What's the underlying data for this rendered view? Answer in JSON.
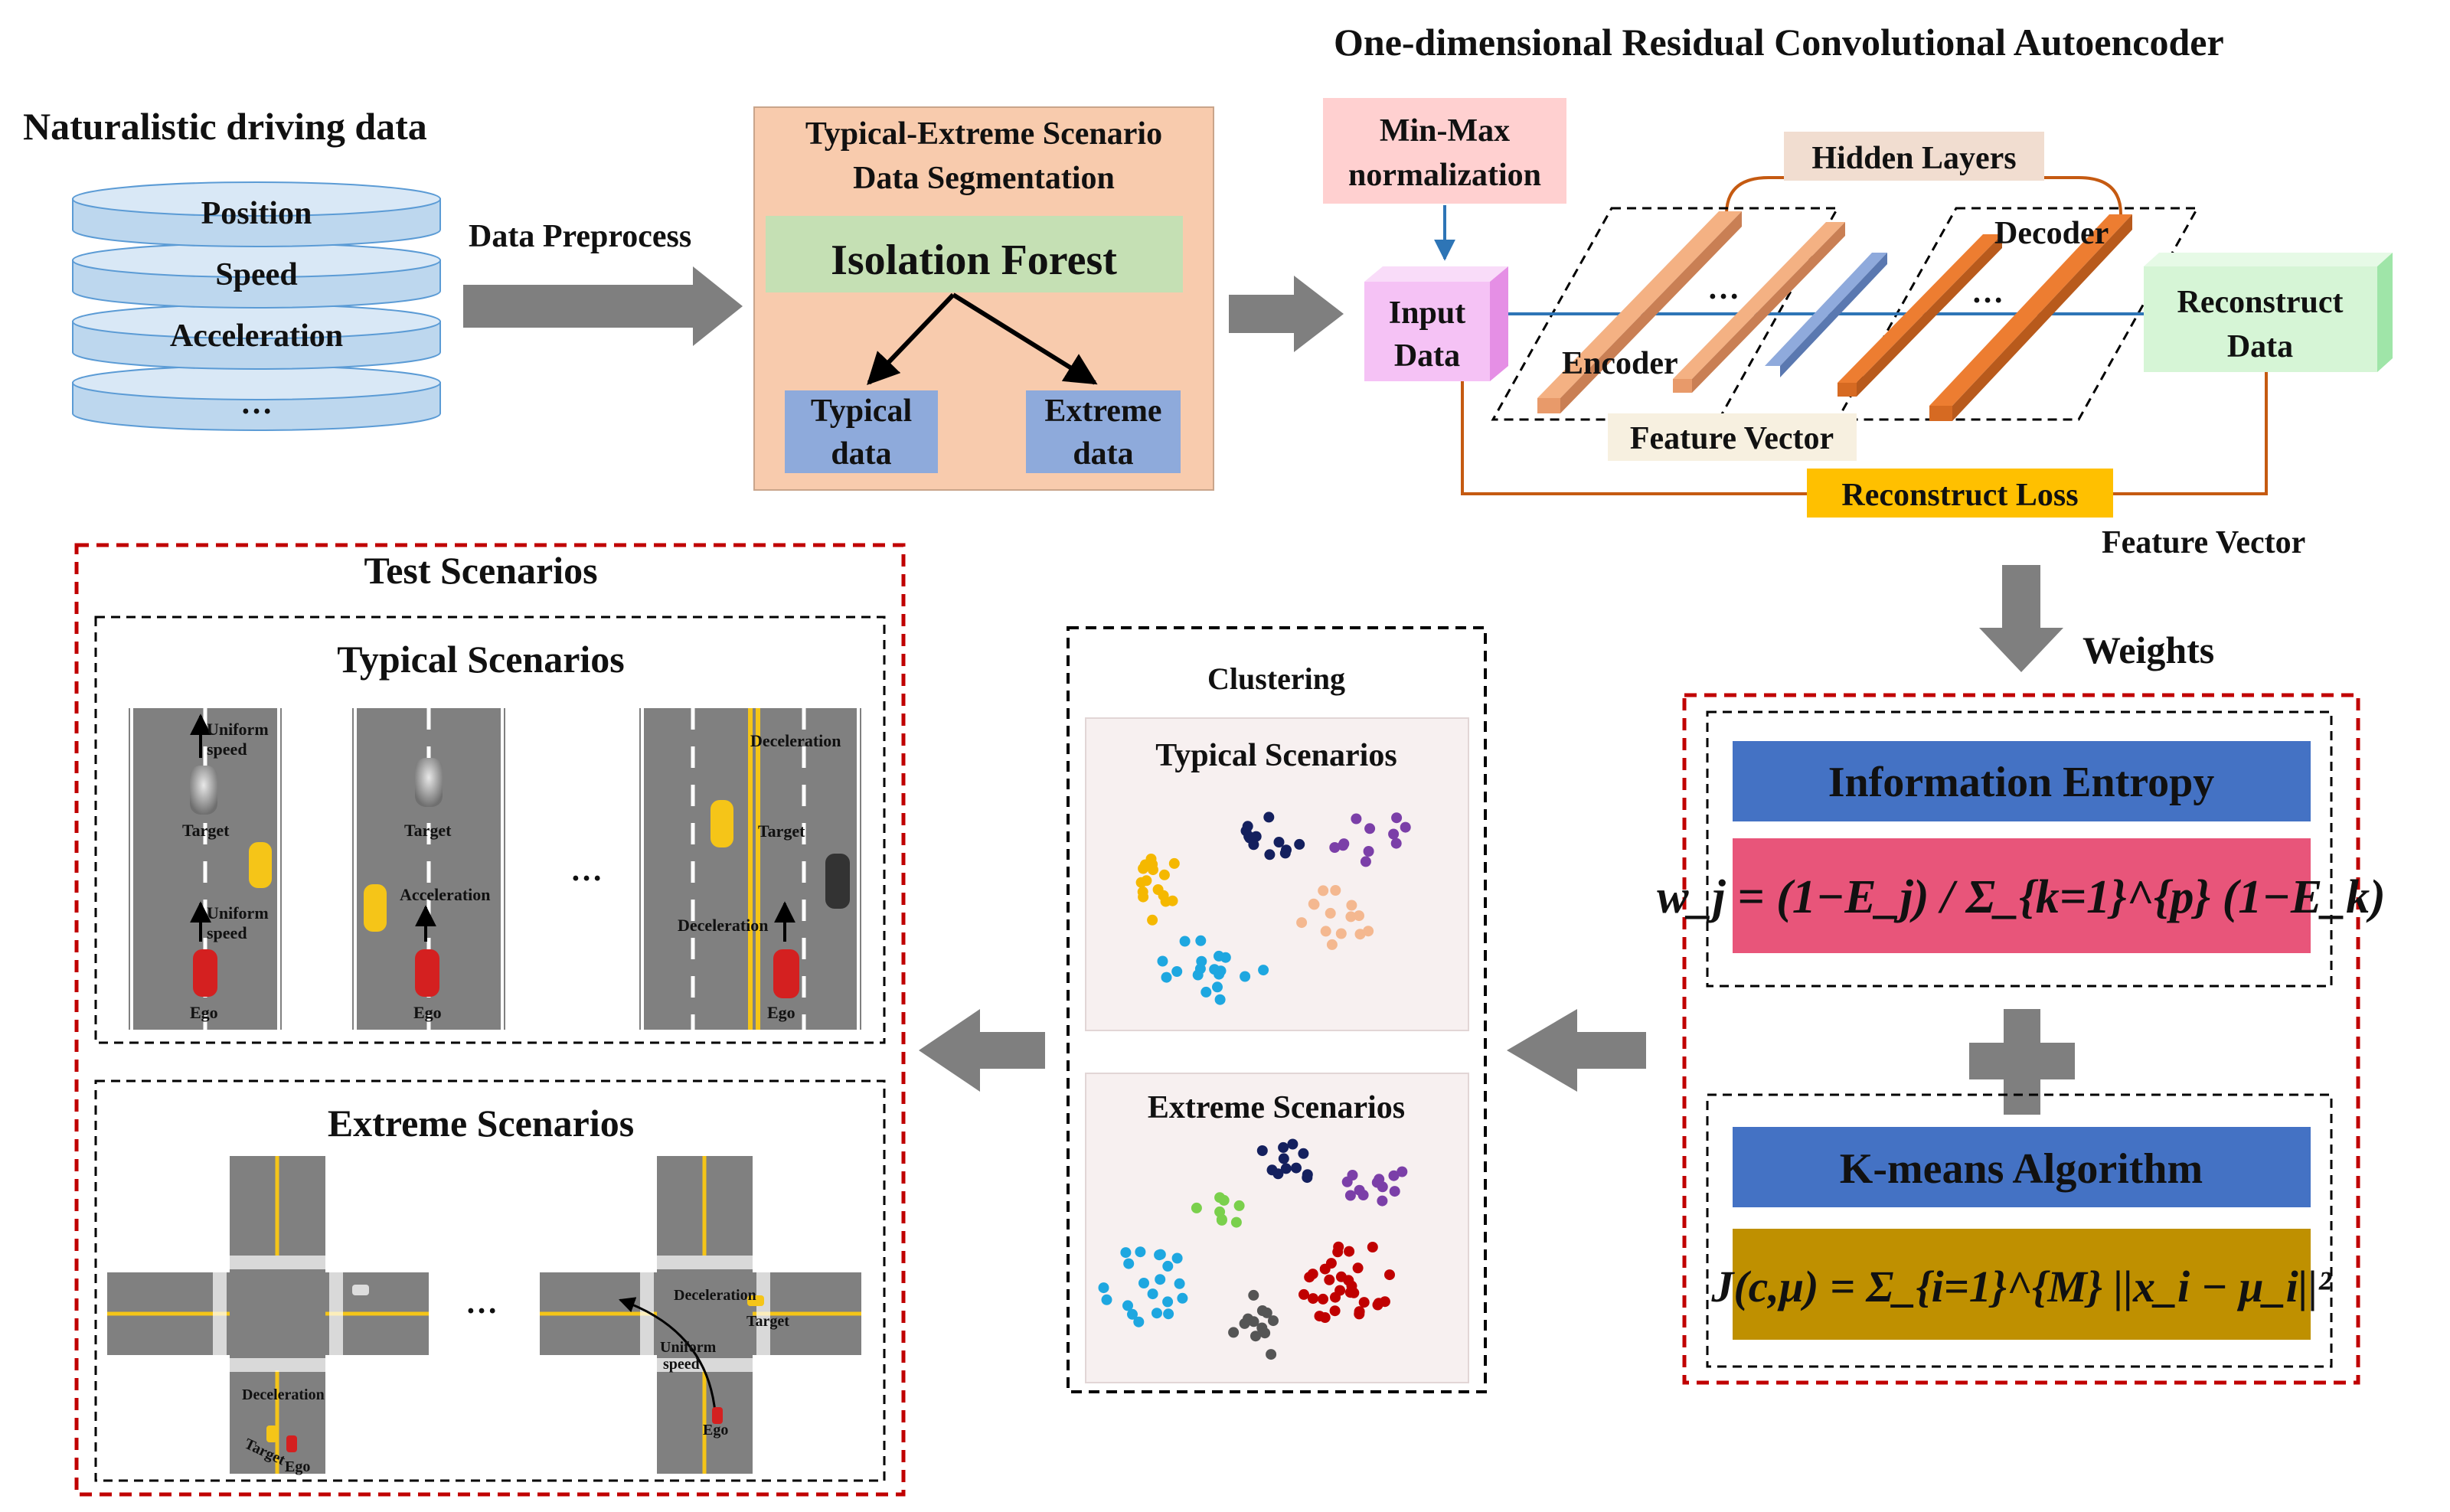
{
  "titles": {
    "naturalistic": "Naturalistic driving data",
    "autoencoder": "One-dimensional Residual Convolutional Autoencoder"
  },
  "driving_data": {
    "items": [
      "Position",
      "Speed",
      "Acceleration",
      "…"
    ]
  },
  "preprocess": {
    "label": "Data Preprocess"
  },
  "segmentation": {
    "title_line1": "Typical-Extreme Scenario",
    "title_line2": "Data Segmentation",
    "forest": "Isolation Forest",
    "typical_line1": "Typical",
    "typical_line2": "data",
    "extreme_line1": "Extreme",
    "extreme_line2": "data"
  },
  "autoencoder": {
    "minmax_line1": "Min-Max",
    "minmax_line2": "normalization",
    "hidden_layers": "Hidden Layers",
    "input_line1": "Input",
    "input_line2": "Data",
    "encoder": "Encoder",
    "decoder": "Decoder",
    "ellipsis": "…",
    "feature_vector": "Feature Vector",
    "reconstruct_line1": "Reconstruct",
    "reconstruct_line2": "Data",
    "reconstruct_loss": "Reconstruct Loss",
    "feature_vector_out": "Feature Vector"
  },
  "weights": {
    "label": "Weights",
    "entropy": "Information Entropy",
    "entropy_formula": "w_j = (1−E_j) / Σ_{k=1}^{p} (1−E_k)",
    "kmeans": "K-means  Algorithm",
    "kmeans_formula": "J(c,μ) = Σ_{i=1}^{M} ||x_i − μ_i||²"
  },
  "clustering": {
    "title": "Clustering",
    "typical": "Typical Scenarios",
    "extreme": "Extreme Scenarios"
  },
  "test_scenarios": {
    "title": "Test Scenarios",
    "typical": "Typical Scenarios",
    "extreme": "Extreme Scenarios",
    "dots": "…",
    "road1_uniform_line1": "Uniform",
    "road1_uniform_line2": "speed",
    "road1_target": "Target",
    "road1_uniform2_line1": "Uniform",
    "road1_uniform2_line2": "speed",
    "road1_ego": "Ego",
    "road2_target": "Target",
    "road2_accel": "Acceleration",
    "road2_ego": "Ego",
    "road3_decel": "Deceleration",
    "road3_target": "Target",
    "road3_decel2": "Deceleration",
    "road3_ego": "Ego",
    "cross1_decel": "Deceleration",
    "cross1_target": "Target",
    "cross1_ego": "Ego",
    "cross2_decel": "Deceleration",
    "cross2_target": "Target",
    "cross2_uniform_line1": "Uniform",
    "cross2_uniform_line2": "speed",
    "cross2_ego": "Ego"
  },
  "colors": {
    "arrow_gray": "#7f7f7f",
    "db_blue": "#bdd7ee",
    "seg_bg": "#f8cbad",
    "forest_green": "#c5e0b4",
    "data_blue": "#8eaadb",
    "minmax_pink": "#ffd0d0",
    "hidden_tan": "#f1ddd0",
    "input_magenta": "#f5c2f5",
    "encoder_orange": "#f4b183",
    "decoder_orange": "#ed7d31",
    "feature_blue": "#8faadc",
    "reconstruct_green": "#d6f5d6",
    "loss_gold": "#ffc000",
    "entropy_blue": "#4472c4",
    "formula_pink": "#e8557a",
    "formula_gold": "#bf9000",
    "red_dash": "#c00000",
    "cluster_bg": "#f7f0f0",
    "road_gray": "#808080"
  }
}
